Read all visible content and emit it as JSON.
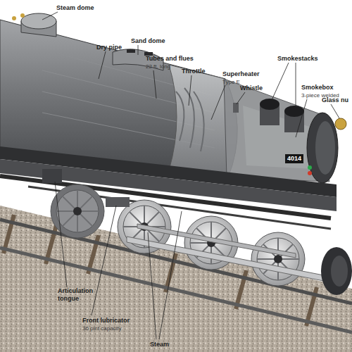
{
  "diagram": {
    "labels": [
      "Steam dome",
      "Dry pipe",
      "Sand dome",
      "Tubes and flues",
      "22 ft. long",
      "Throttle",
      "Superheater",
      "Type E",
      "Whistle",
      "Smokestacks",
      "Smokebox",
      "3-piece welded",
      "Glass nu",
      "4014",
      "Articulation tongue",
      "Front lubricator",
      "36 pint capacity",
      "Steam"
    ]
  }
}
